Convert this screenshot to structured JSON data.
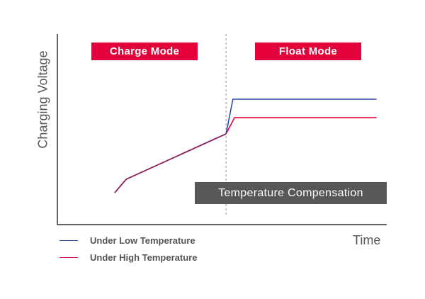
{
  "chart_data": {
    "type": "line",
    "title": "",
    "xlabel": "Time",
    "ylabel": "Charging Voltage",
    "xlim": [
      0,
      100
    ],
    "ylim": [
      0,
      100
    ],
    "grid": false,
    "legend_placement": "bottom-left",
    "divider_x": 51.2,
    "series": [
      {
        "name": "Under Low Temperature",
        "color": "#2e4aa8",
        "x": [
          17.4,
          20.9,
          51.2,
          53.3,
          96.9
        ],
        "y": [
          16.7,
          23.8,
          47.6,
          65.8,
          65.8
        ]
      },
      {
        "name": "Under High Temperature",
        "color": "#e4003a",
        "x": [
          17.4,
          20.9,
          51.2,
          53.8,
          96.9
        ],
        "y": [
          16.7,
          23.8,
          47.6,
          56.1,
          56.1
        ]
      }
    ],
    "shared_segment_color": "#8b1a5a",
    "annotations": {
      "charge_mode": "Charge Mode",
      "float_mode": "Float Mode",
      "compensation": "Temperature Compensation"
    },
    "colors": {
      "mode_label": "#e4003a",
      "compensation_label": "#585656",
      "axis": "#666666"
    }
  }
}
